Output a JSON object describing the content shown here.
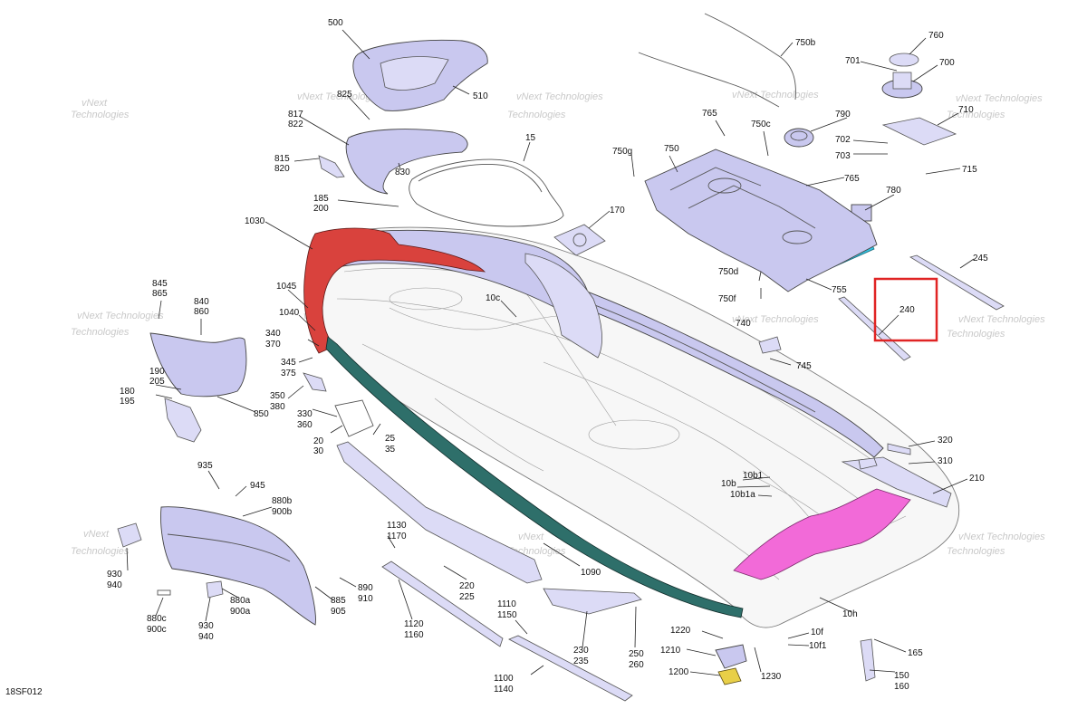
{
  "diagram": {
    "code": "18SF012",
    "highlight_label": "240",
    "watermark_line1": "vNext",
    "watermark_line2": "Technologies",
    "watermark_inline": "vNext Technologies",
    "colors": {
      "lavender": "#c9c8ef",
      "red_bumper": "#d9423d",
      "teal_bumper": "#2e6f6a",
      "cyan_panel": "#33c6e6",
      "magenta_pad": "#f26ad8",
      "highlight_box": "#e02424",
      "yellow_part": "#e8cf48"
    },
    "labels": {
      "l500": "500",
      "l510": "510",
      "l825": "825",
      "l817": "817",
      "l822": "822",
      "l815": "815",
      "l820": "820",
      "l830": "830",
      "l15": "15",
      "l185": "185",
      "l200": "200",
      "l170": "170",
      "l1030": "1030",
      "l845": "845",
      "l865": "865",
      "l840": "840",
      "l860": "860",
      "l1045": "1045",
      "l1040": "1040",
      "l340": "340",
      "l370": "370",
      "l345": "345",
      "l375": "375",
      "l190": "190",
      "l205": "205",
      "l180": "180",
      "l195": "195",
      "l350": "350",
      "l380": "380",
      "l850": "850",
      "l330": "330",
      "l360": "360",
      "l25": "25",
      "l35": "35",
      "l20": "20",
      "l30": "30",
      "l10c": "10c",
      "l750b": "750b",
      "l760": "760",
      "l701": "701",
      "l700": "700",
      "l710": "710",
      "l765a": "765",
      "l750c": "750c",
      "l790": "790",
      "l702": "702",
      "l703": "703",
      "l715": "715",
      "l750g": "750g",
      "l750": "750",
      "l765b": "765",
      "l780": "780",
      "l245": "245",
      "l750d": "750d",
      "l750f": "750f",
      "l755": "755",
      "l740": "740",
      "l745": "745",
      "l320": "320",
      "l310": "310",
      "l210": "210",
      "l10b1": "10b1",
      "l10b": "10b",
      "l10b1a": "10b1a",
      "l935": "935",
      "l945": "945",
      "l880b": "880b",
      "l900b": "900b",
      "l930a": "930",
      "l940a": "940",
      "l1130": "1130",
      "l1170": "1170",
      "l890": "890",
      "l910": "910",
      "l885": "885",
      "l905": "905",
      "l220": "220",
      "l225": "225",
      "l1090": "1090",
      "l880a": "880a",
      "l900a": "900a",
      "l880c": "880c",
      "l900c": "900c",
      "l930b": "930",
      "l940b": "940",
      "l1120": "1120",
      "l1160": "1160",
      "l1110": "1110",
      "l1150": "1150",
      "l230": "230",
      "l235": "235",
      "l10h": "10h",
      "l1220": "1220",
      "l10f": "10f",
      "l10f1": "10f1",
      "l165": "165",
      "l1210": "1210",
      "l250": "250",
      "l260": "260",
      "l1200": "1200",
      "l1230": "1230",
      "l150": "150",
      "l160": "160",
      "l1100": "1100",
      "l1140": "1140"
    }
  }
}
